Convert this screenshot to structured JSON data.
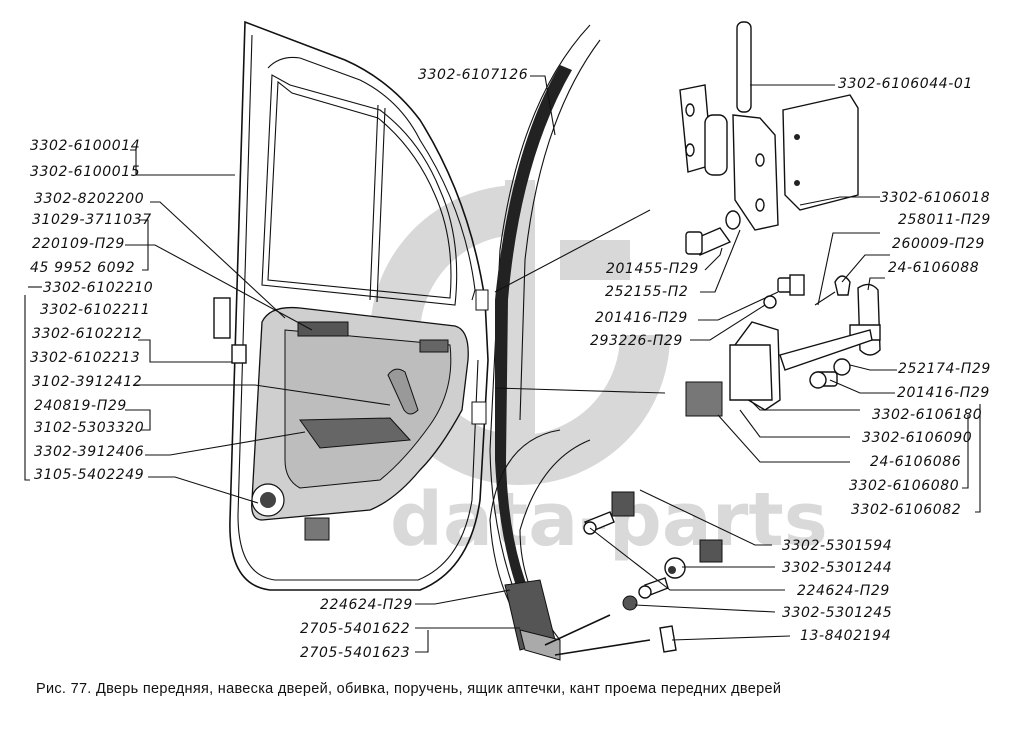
{
  "figure": {
    "caption": "Рис. 77. Дверь передняя, навеска дверей, обивка, поручень, ящик аптечки, кант проема передних дверей",
    "watermark": "data-parts"
  },
  "labels": {
    "left": [
      "3302-6100014",
      "3302-6100015",
      "3302-8202200",
      "31029-3711037",
      "220109-П29",
      "45 9952 6092",
      "3302-6102210",
      "3302-6102211",
      "3302-6102212",
      "3302-6102213",
      "3102-3912412",
      "240819-П29",
      "3102-5303320",
      "3302-3912406",
      "3105-5402249"
    ],
    "top": [
      "3302-6107126",
      "3302-6106044-01"
    ],
    "right": [
      "3302-6106018",
      "258011-П29",
      "260009-П29",
      "24-6106088",
      "252174-П29",
      "201416-П29",
      "3302-6106180",
      "3302-6106090",
      "24-6106086",
      "3302-6106080",
      "3302-6106082"
    ],
    "middle": [
      "201455-П29",
      "252155-П2",
      "201416-П29",
      "293226-П29"
    ],
    "bottom_right": [
      "3302-5301594",
      "3302-5301244",
      "224624-П29",
      "3302-5301245",
      "13-8402194"
    ],
    "bottom_center": [
      "224624-П29",
      "2705-5401622",
      "2705-5401623"
    ]
  }
}
